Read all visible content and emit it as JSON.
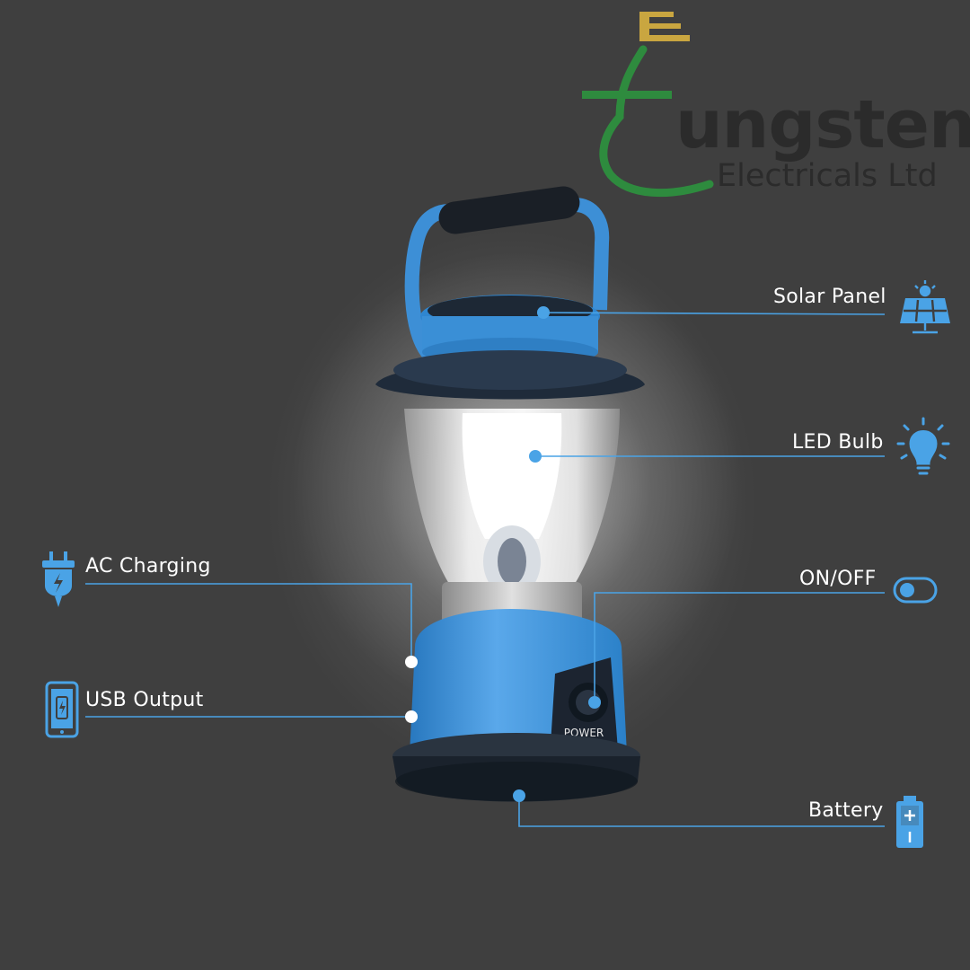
{
  "brand": {
    "name": "ungsten",
    "subtitle": "Electricals Ltd",
    "colors": {
      "green": "#2e8b3e",
      "gold": "#c9a640",
      "text": "#2b2b2b"
    }
  },
  "callouts": {
    "solar_panel": "Solar Panel",
    "led_bulb": "LED Bulb",
    "ac_charging": "AC Charging",
    "usb_output": "USB Output",
    "on_off": "ON/OFF",
    "battery": "Battery"
  },
  "product": {
    "button_text": "POWER",
    "colors": {
      "body": "#3a8fd6",
      "base": "#1e2a3a",
      "accent": "#4aa3e6"
    }
  },
  "icons": [
    "solar-panel-icon",
    "led-bulb-icon",
    "ac-plug-icon",
    "usb-phone-icon",
    "toggle-switch-icon",
    "battery-icon"
  ]
}
